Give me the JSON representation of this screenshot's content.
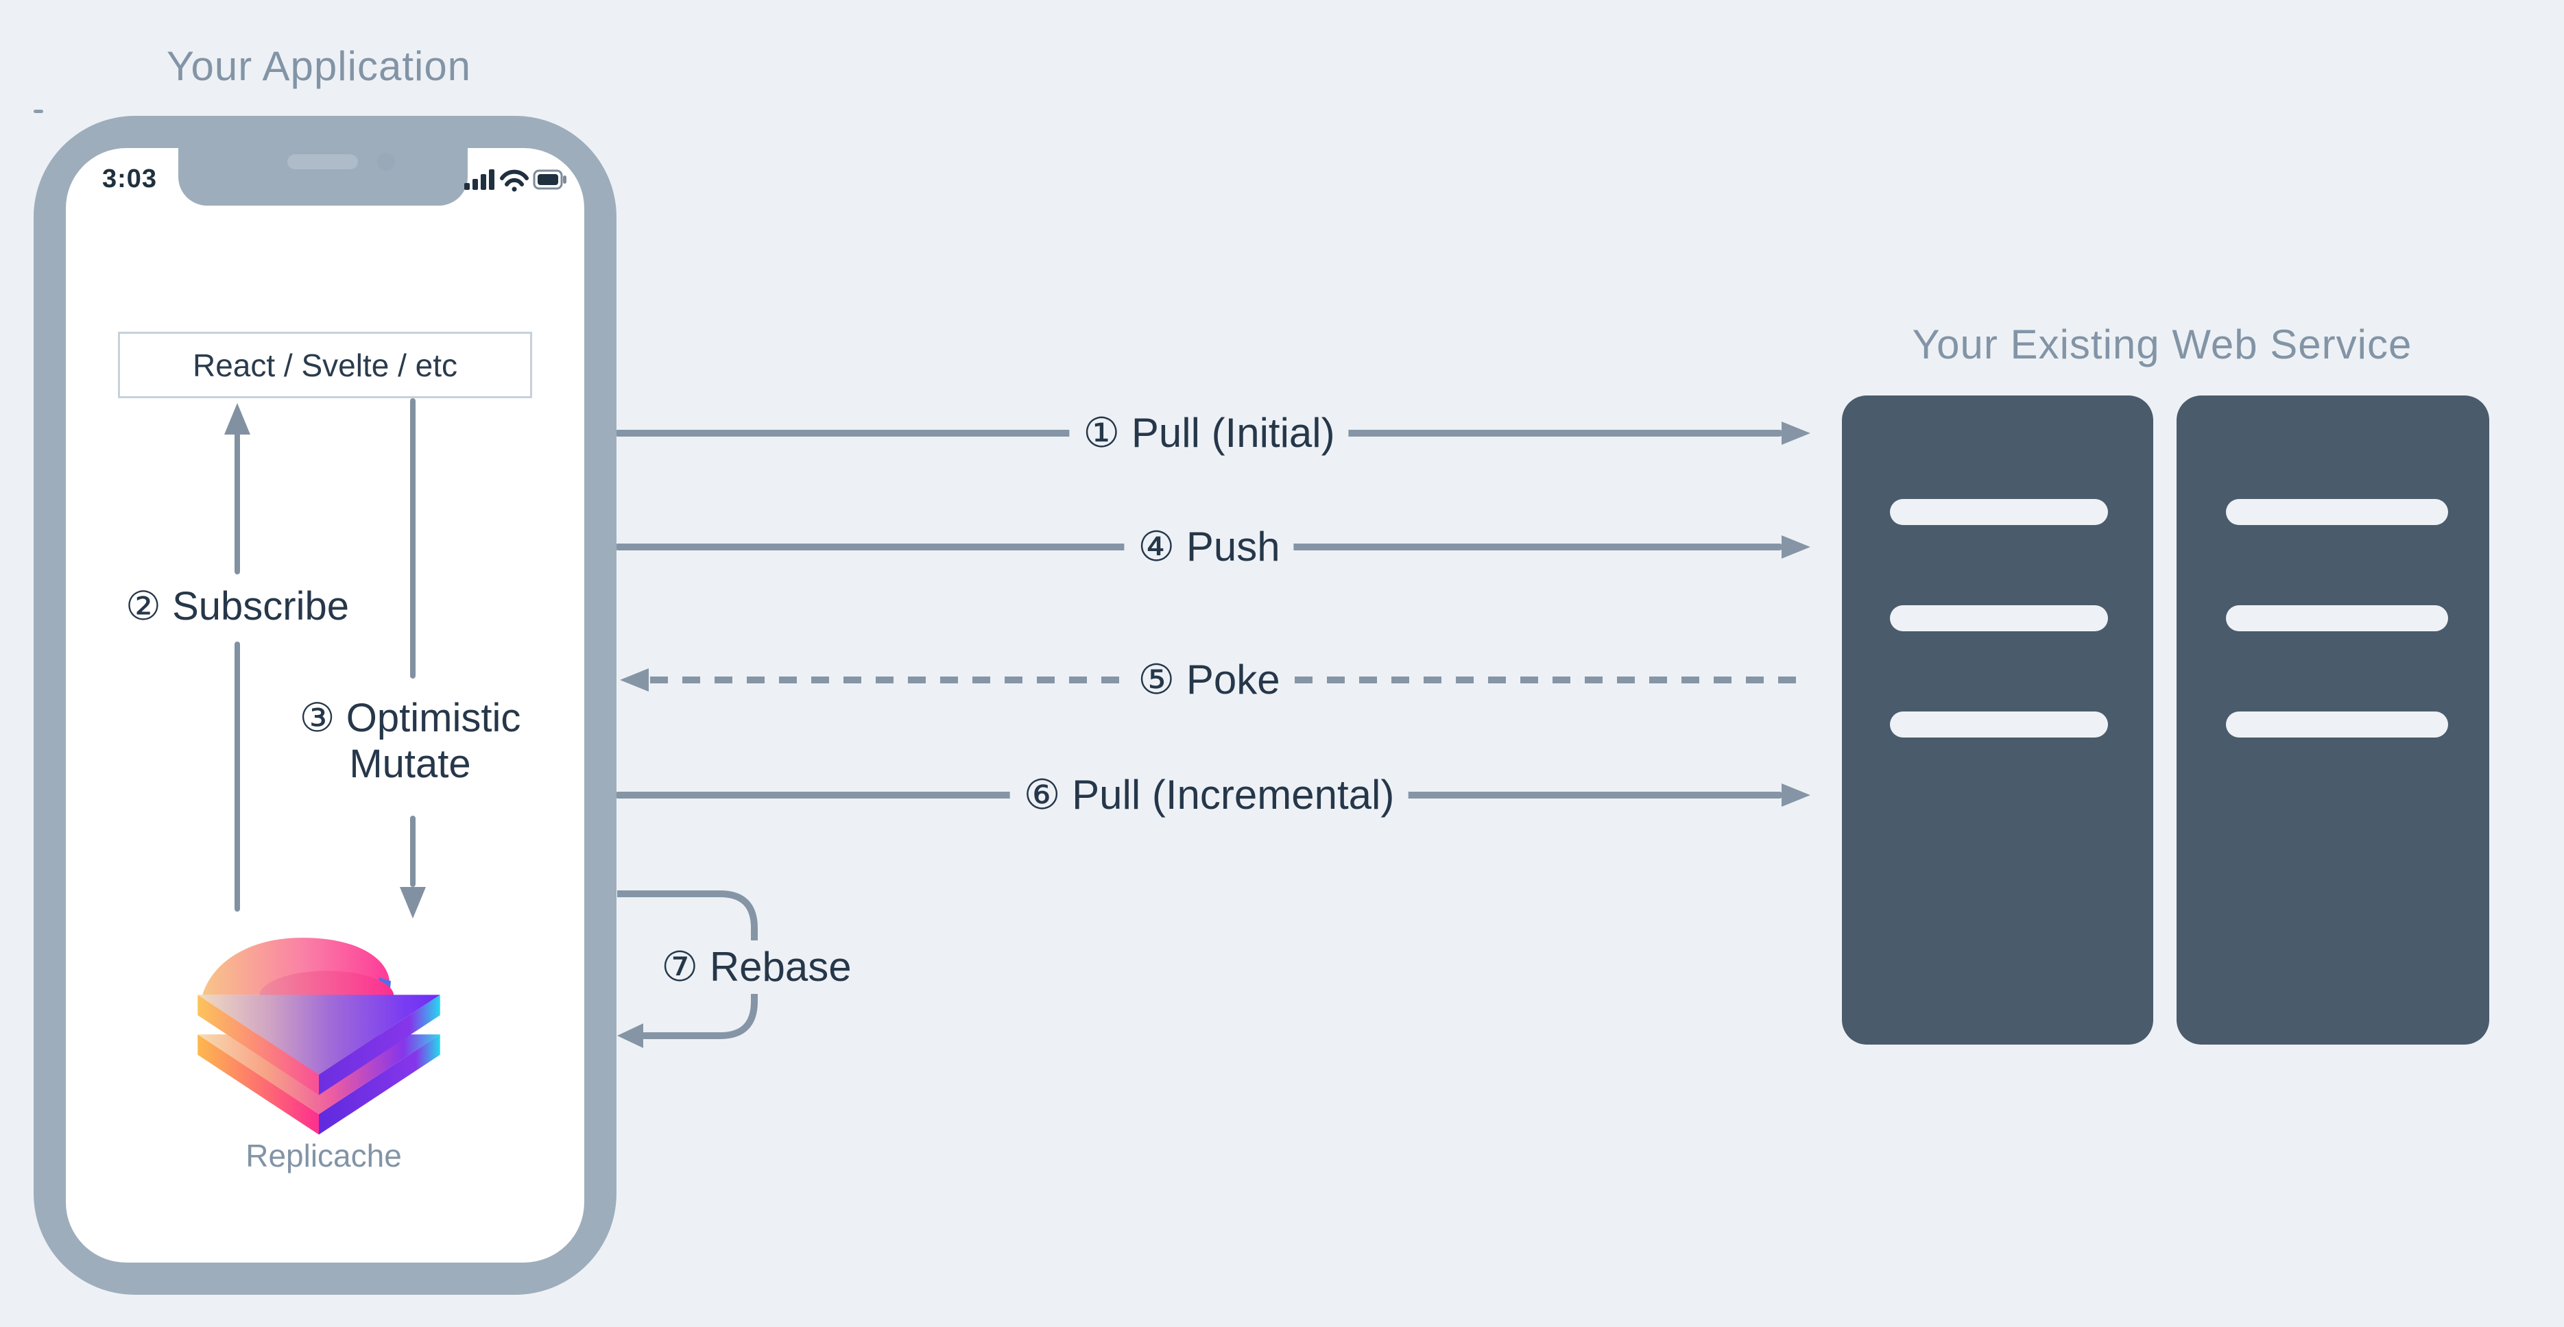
{
  "app": {
    "title": "Your Application"
  },
  "phone": {
    "status_time": "3:03",
    "framework_label": "React / Svelte / etc",
    "replicache_label": "Replicache"
  },
  "flows": {
    "pull_initial": "① Pull (Initial)",
    "subscribe": "② Subscribe",
    "optimistic_line1": "③ Optimistic",
    "optimistic_line2": "Mutate",
    "push": "④ Push",
    "poke": "⑤ Poke",
    "pull_incremental": "⑥ Pull (Incremental)",
    "rebase": "⑦ Rebase"
  },
  "server": {
    "title": "Your Existing Web Service"
  },
  "icons": [
    "signal-bars-icon",
    "wifi-icon",
    "battery-icon",
    "phone-speaker-icon",
    "phone-camera-icon",
    "replicache-logo"
  ],
  "colors": {
    "background": "#edf1f5",
    "phone_bezel": "#9dadbb",
    "muted_title": "#8294a6",
    "dark_text": "#26374a",
    "flow_line": "#8595a6",
    "server_tower": "#4a5b6b",
    "logo_pink": "#fd3b98",
    "logo_orange": "#fbc257",
    "logo_purple": "#7a3cf2",
    "logo_cyan": "#29d6ee"
  }
}
